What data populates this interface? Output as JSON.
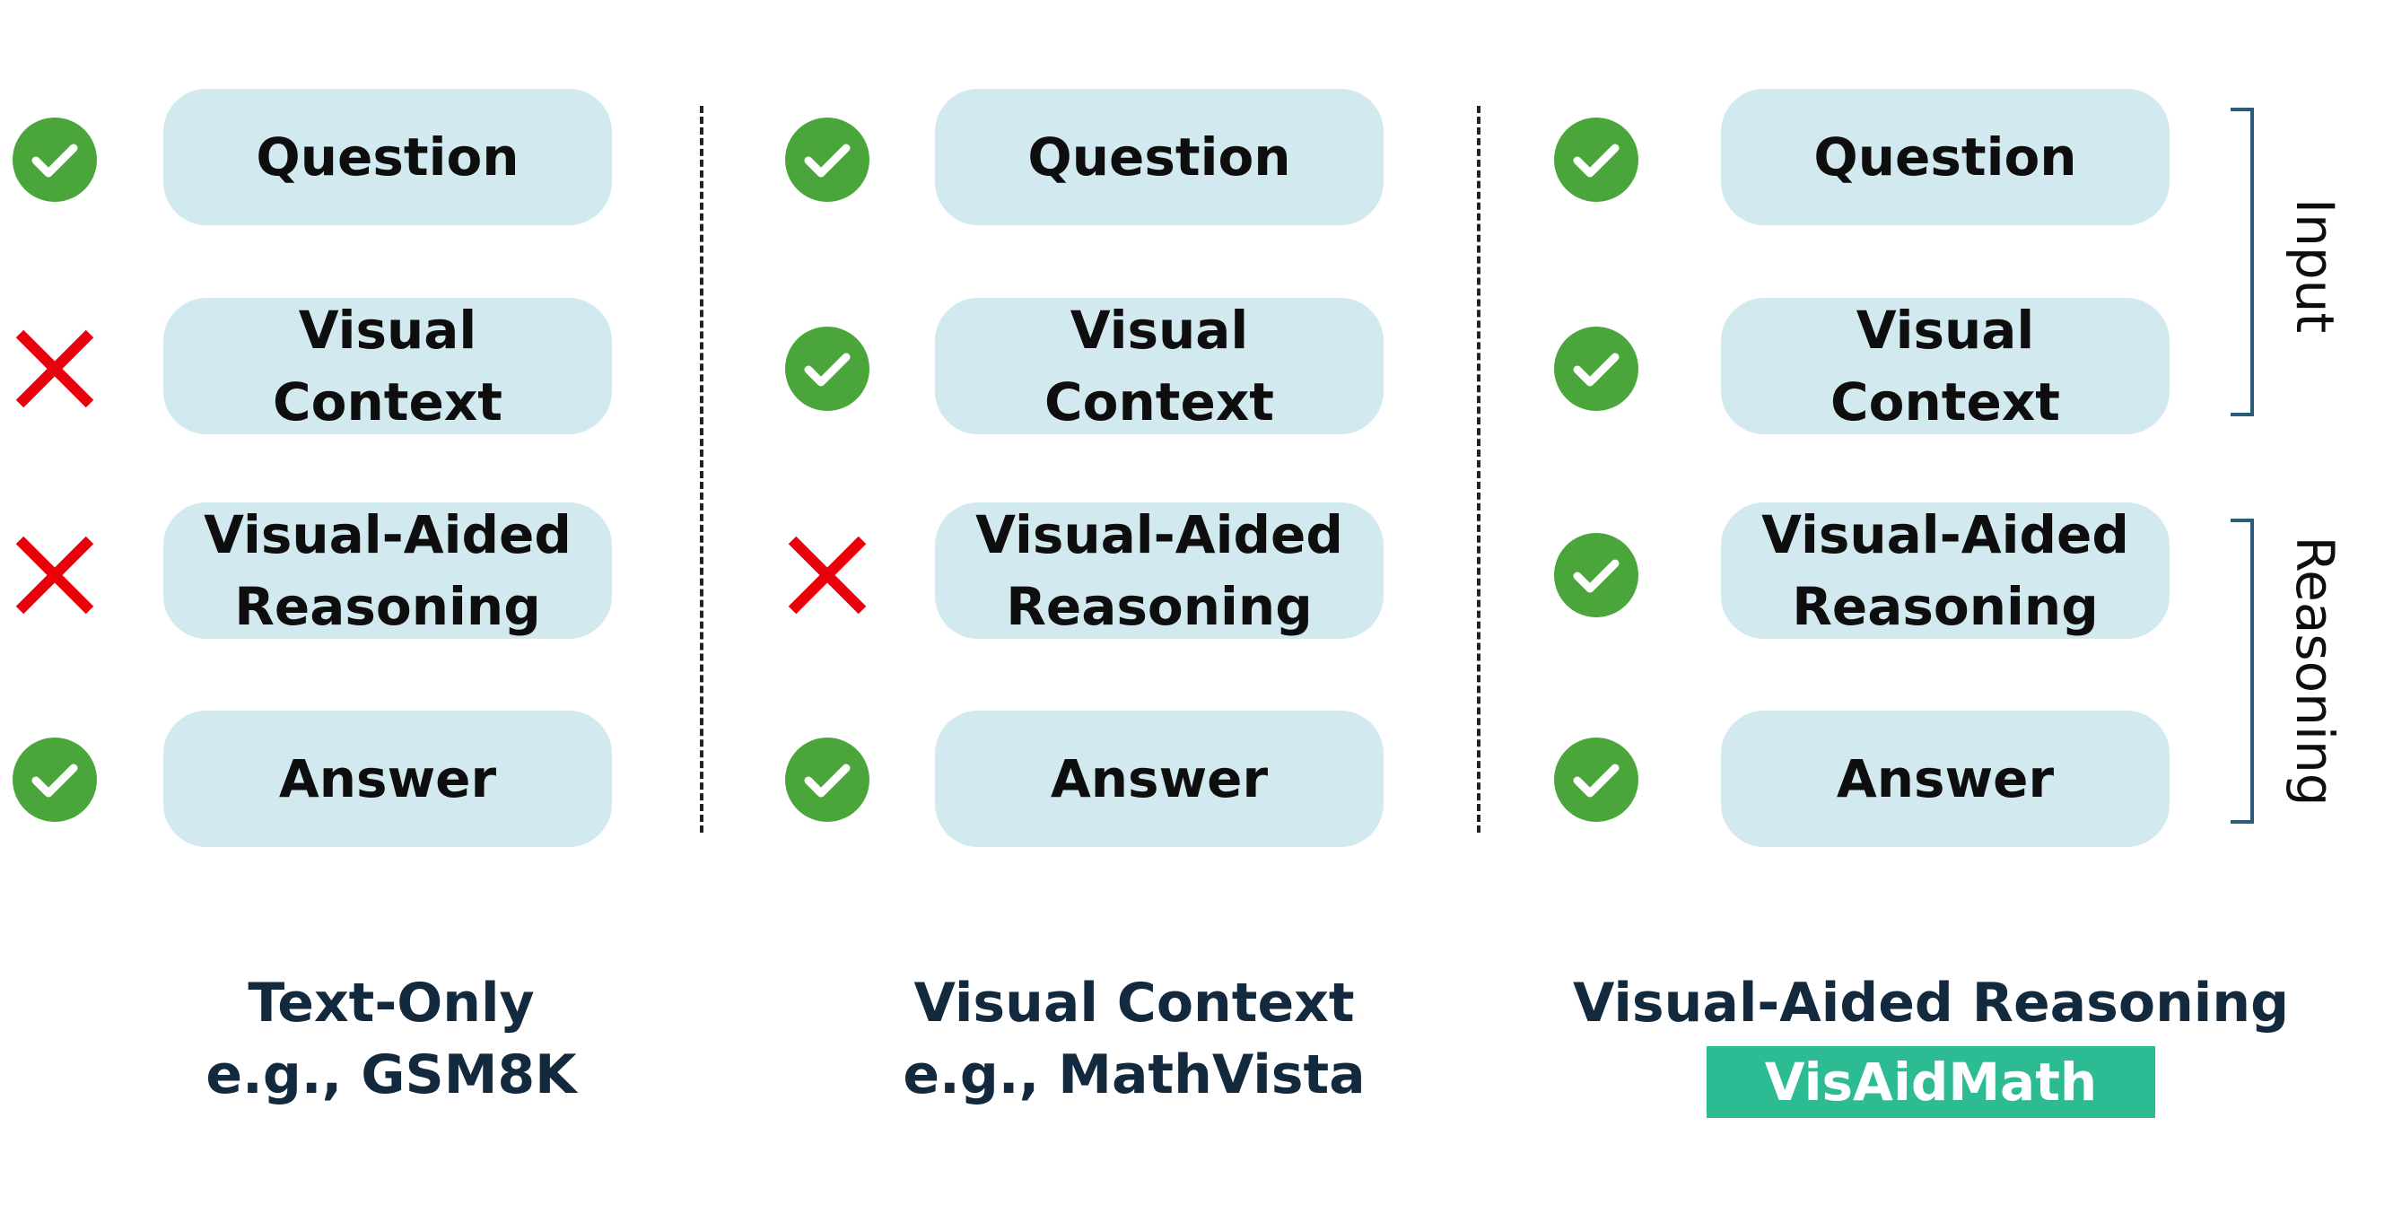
{
  "rows": {
    "question": "Question",
    "visual_context": "Visual\nContext",
    "visual_aided_reasoning": "Visual-Aided\nReasoning",
    "answer": "Answer"
  },
  "columns": [
    {
      "caption_line1": "Text-Only",
      "caption_line2": "e.g., GSM8K",
      "marks": [
        "check",
        "cross",
        "cross",
        "check"
      ]
    },
    {
      "caption_line1": "Visual Context",
      "caption_line2": "e.g., MathVista",
      "marks": [
        "check",
        "check",
        "cross",
        "check"
      ]
    },
    {
      "caption_line1": "Visual-Aided Reasoning",
      "tag": "VisAidMath",
      "marks": [
        "check",
        "check",
        "check",
        "check"
      ]
    }
  ],
  "brackets": {
    "input": "Input",
    "reasoning": "Reasoning"
  },
  "colors": {
    "pill": "#d3e9f0",
    "check": "#4aa63a",
    "cross": "#e8000b",
    "tag": "#2dbb93",
    "caption": "#13293d",
    "bracket": "#2b5b7a"
  }
}
